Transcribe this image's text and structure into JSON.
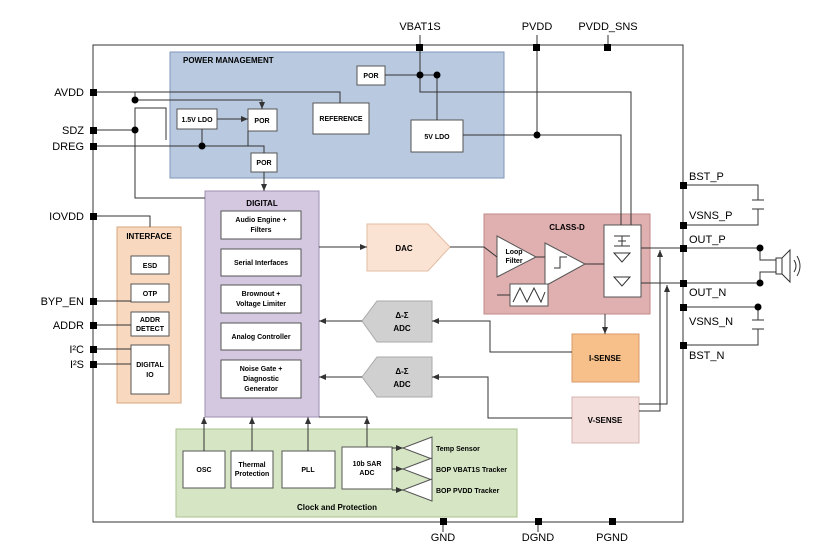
{
  "pins": {
    "vbat1s": "VBAT1S",
    "pvdd": "PVDD",
    "pvdd_sns": "PVDD_SNS",
    "avdd": "AVDD",
    "sdz": "SDZ",
    "dreg": "DREG",
    "iovdd": "IOVDD",
    "byp_en": "BYP_EN",
    "addr": "ADDR",
    "i2c": "I²C",
    "i2s": "I²S",
    "bst_p": "BST_P",
    "vsns_p": "VSNS_P",
    "out_p": "OUT_P",
    "out_n": "OUT_N",
    "vsns_n": "VSNS_N",
    "bst_n": "BST_N",
    "gnd": "GND",
    "dgnd": "DGND",
    "pgnd": "PGND"
  },
  "power_management": {
    "title": "POWER MANAGEMENT",
    "por_top": "POR",
    "ldo_1v5": "1.5V LDO",
    "por_mid": "POR",
    "reference": "REFERENCE",
    "ldo_5v": "5V LDO",
    "por_low": "POR"
  },
  "digital": {
    "title": "DIGITAL",
    "blocks": [
      [
        "Audio Engine +",
        "Filters"
      ],
      [
        "Serial Interfaces"
      ],
      [
        "Brownout +",
        "Voltage Limiter"
      ],
      [
        "Analog Controller"
      ],
      [
        "Noise Gate +",
        "Diagnostic",
        "Generator"
      ]
    ]
  },
  "interface": {
    "title": "INTERFACE",
    "esd": "ESD",
    "otp": "OTP",
    "addr_detect": [
      "ADDR",
      "DETECT"
    ],
    "digital_io": [
      "DIGITAL",
      "IO"
    ]
  },
  "dac": "DAC",
  "adc_top": [
    "Δ-Σ",
    "ADC"
  ],
  "adc_bottom": [
    "Δ-Σ",
    "ADC"
  ],
  "class_d": {
    "title": "CLASS-D",
    "loop_filter": [
      "Loop",
      "Filter"
    ]
  },
  "i_sense": "I-SENSE",
  "v_sense": "V-SENSE",
  "clock_protection": {
    "title": "Clock and Protection",
    "osc": "OSC",
    "thermal": [
      "Thermal",
      "Protection"
    ],
    "pll": "PLL",
    "sar_adc": [
      "10b SAR",
      "ADC"
    ],
    "temp_sensor": "Temp Sensor",
    "bop_vbat": "BOP VBAT1S Tracker",
    "bop_pvdd": "BOP PVDD Tracker"
  },
  "colors": {
    "power_mgmt": "#b8c9e0",
    "digital": "#d3c8e0",
    "interface": "#f8d9bf",
    "dac": "#fbe3d4",
    "adc": "#d0d0d0",
    "class_d": "#e0b0b0",
    "i_sense": "#f7c08a",
    "v_sense": "#f3dedc",
    "clock": "#d6e6c4"
  }
}
